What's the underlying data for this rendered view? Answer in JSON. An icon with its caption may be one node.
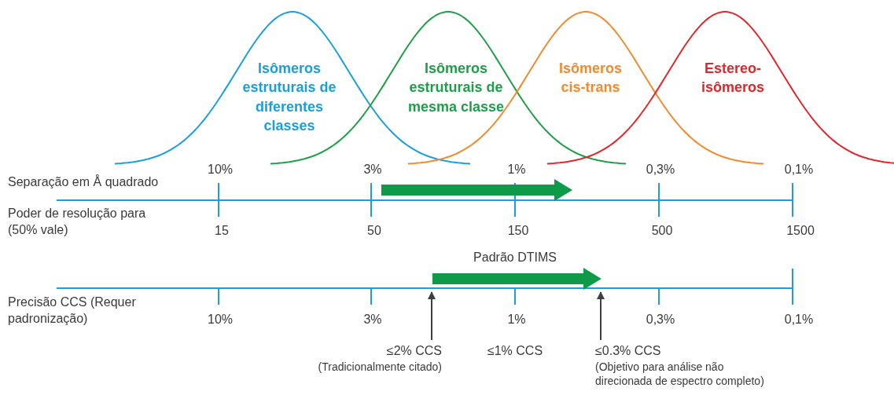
{
  "diagram": {
    "nodes": [
      {
        "text": [
          "≤2% CCS"
        ],
        "beside": [
          "(Tradicionalmente citado)"
        ]
      },
      {
        "text": [
          "≤0.3% CCS"
        ],
        "beside": [
          "(Objetivo para análise não direcionada de espectro completo)"
        ]
      }
    ],
    "edges": [
      {
        "from": 0,
        "to": null,
        "arrow": "to"
      },
      {
        "from": 1,
        "to": null,
        "arrow": "to"
      }
    ],
    "labels": [
      "Isômeros estruturais de diferentes classes",
      "Isômeros estruturais de mesma classe",
      "Isômeros cis-trans",
      "Estereo-isômeros",
      "10%",
      "3%",
      "1%",
      "0,3%",
      "0,1%",
      "Separação em Å quadrado",
      "Poder de resolução para (50% vale)",
      "15",
      "50",
      "150",
      "500",
      "1500",
      "Padrão DTIMS",
      "Precisão CCS (Requer padronização)",
      "10%",
      "3%",
      "1%",
      "0,3%",
      "0,1%",
      "≤1% CCS"
    ]
  }
}
